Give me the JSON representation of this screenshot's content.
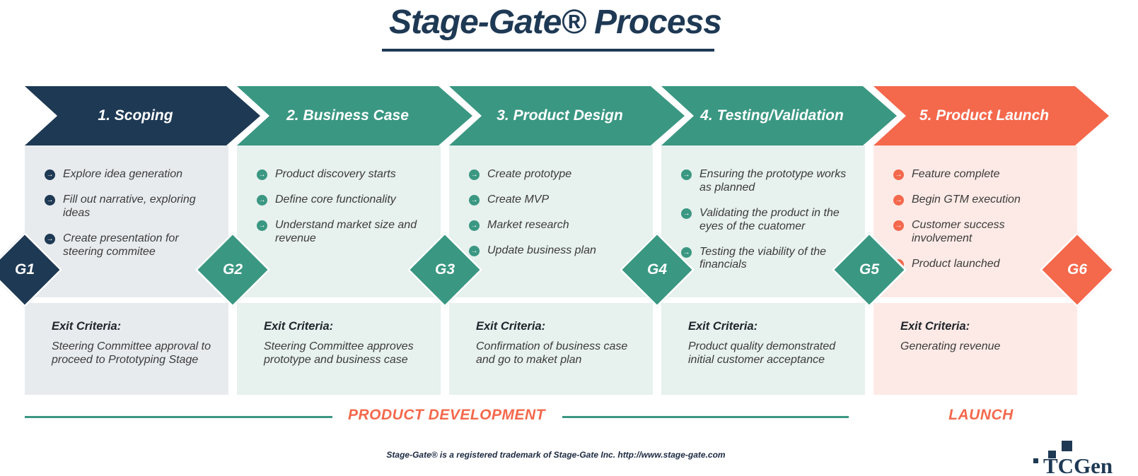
{
  "title": "Stage-Gate® Process",
  "colors": {
    "navy": "#1e3954",
    "teal": "#3a9782",
    "coral": "#f4684c",
    "panel-navy": "#e8ebee",
    "panel-teal": "#e7f1ee",
    "panel-coral": "#fdeae6"
  },
  "stages": [
    {
      "label": "1. Scoping",
      "theme": "navy",
      "bullets": [
        "Explore idea generation",
        "Fill out narrative, exploring ideas",
        "Create presentation for steering commitee"
      ],
      "exit_label": "Exit Criteria:",
      "exit_text": "Steering Committee approval to proceed to Prototyping Stage"
    },
    {
      "label": "2. Business Case",
      "theme": "teal",
      "bullets": [
        "Product discovery starts",
        "Define core functionality",
        "Understand market size and revenue"
      ],
      "exit_label": "Exit Criteria:",
      "exit_text": "Steering Committee approves prototype and business case"
    },
    {
      "label": "3. Product Design",
      "theme": "teal",
      "bullets": [
        "Create prototype",
        "Create MVP",
        "Market research",
        "Update business plan"
      ],
      "exit_label": "Exit Criteria:",
      "exit_text": "Confirmation of business case and go to maket plan"
    },
    {
      "label": "4. Testing/Validation",
      "theme": "teal",
      "bullets": [
        "Ensuring the prototype works as planned",
        "Validating the product in the eyes of the cuatomer",
        "Testing the viability of the financials"
      ],
      "exit_label": "Exit Criteria:",
      "exit_text": "Product quality demonstrated initial customer acceptance"
    },
    {
      "label": "5. Product Launch",
      "theme": "coral",
      "bullets": [
        "Feature complete",
        "Begin GTM execution",
        "Customer success involvement",
        "Product launched"
      ],
      "exit_label": "Exit Criteria:",
      "exit_text": "Generating revenue"
    }
  ],
  "gates": [
    {
      "label": "G1",
      "theme": "navy"
    },
    {
      "label": "G2",
      "theme": "teal"
    },
    {
      "label": "G3",
      "theme": "teal"
    },
    {
      "label": "G4",
      "theme": "teal"
    },
    {
      "label": "G5",
      "theme": "teal"
    },
    {
      "label": "G6",
      "theme": "coral"
    }
  ],
  "phases": {
    "development": "PRODUCT DEVELOPMENT",
    "launch": "LAUNCH"
  },
  "footer": {
    "trademark": "Stage-Gate® is a registered trademark of Stage-Gate Inc. http://www.stage-gate.com",
    "logo_text": "TCGen"
  }
}
